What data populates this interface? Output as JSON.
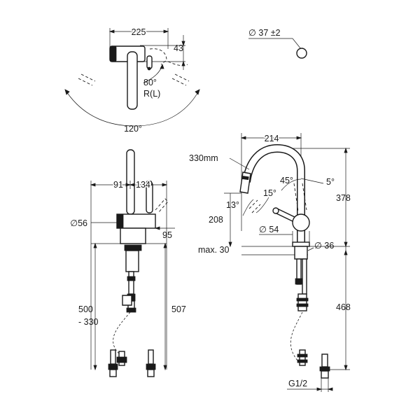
{
  "dimensions": {
    "top_width": "225",
    "top_height": "43",
    "swivel_angle": "80°",
    "swivel_side": "R(L)",
    "arc_angle": "120°",
    "button_diameter": "∅ 37 ±2",
    "left_91": "91",
    "left_134": "134",
    "body_diameter": "∅56",
    "body_95": "95",
    "supply_range": "500\n- 330",
    "supply_range_top": "500",
    "supply_range_bottom": "- 330",
    "hose_507": "507",
    "right_214": "214",
    "spout_330": "330mm",
    "angle_45": "45°",
    "angle_5": "5°",
    "angle_15": "15°",
    "angle_13": "13°",
    "height_208": "208",
    "height_378": "378",
    "lever_diameter": "∅ 54",
    "max_thickness": "max. 30",
    "shank_diameter": "∅ 36",
    "hose_468": "468",
    "thread": "G1/2"
  },
  "colors": {
    "ink": "#1a1a1a",
    "paper": "#ffffff"
  }
}
